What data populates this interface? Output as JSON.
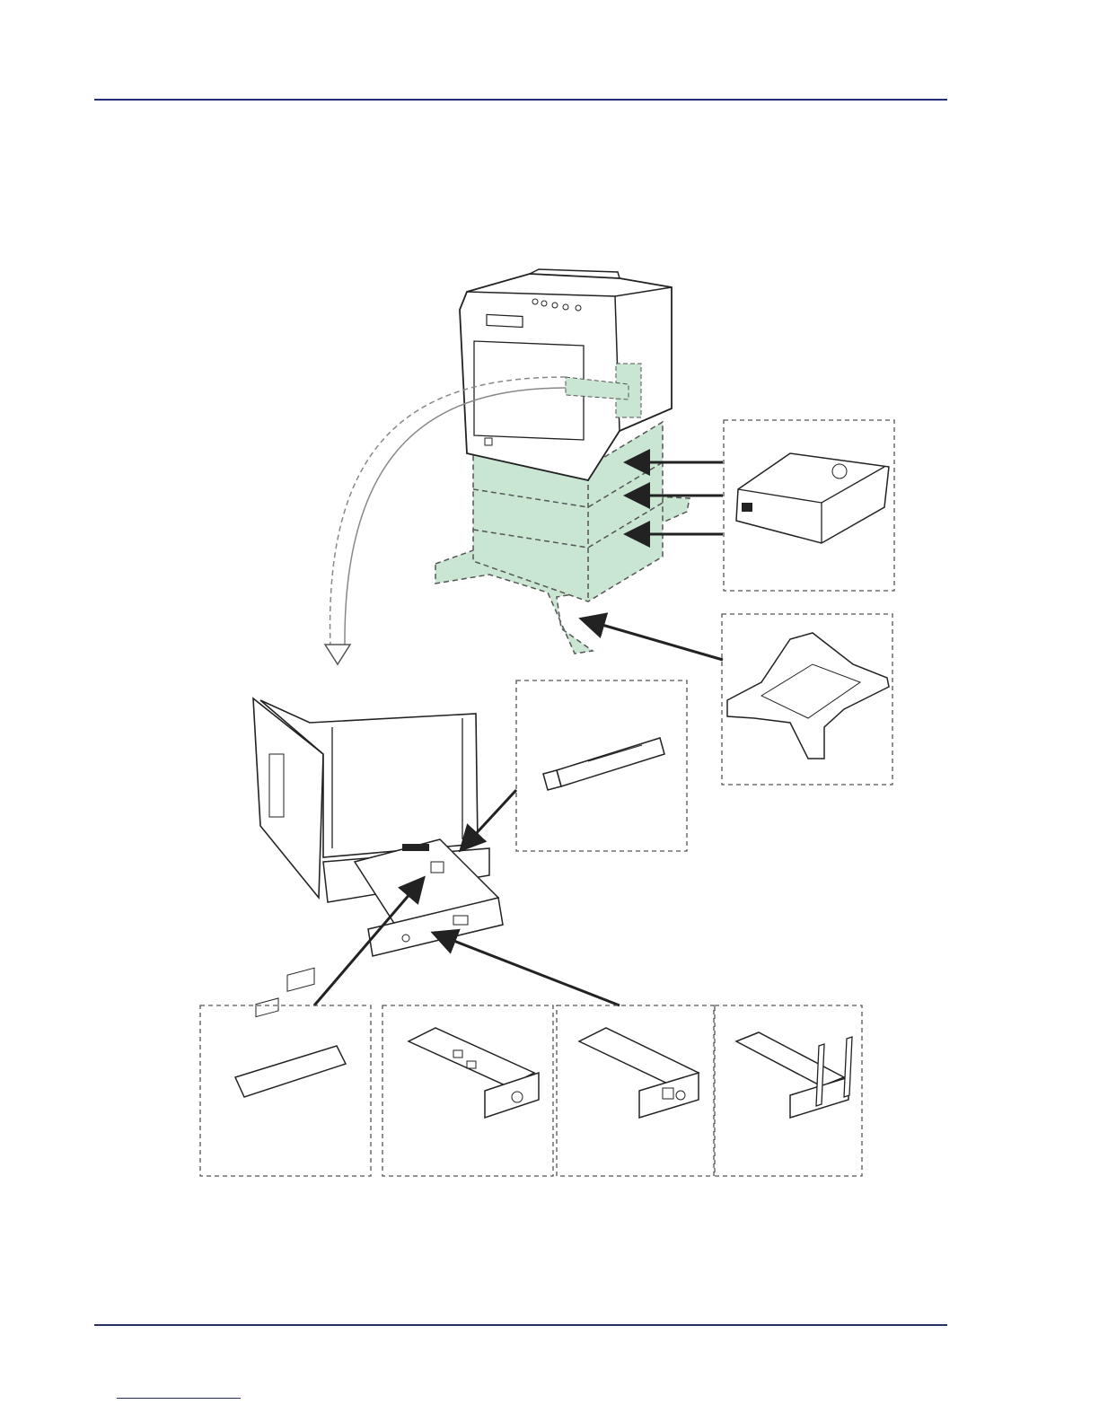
{
  "page": {
    "rule_color": "#1f2d8f",
    "accent_fill": "#c8e6d2",
    "line_color": "#222222"
  },
  "illustration": {
    "description_icon": "printer-options-diagram-icon",
    "components": [
      {
        "id": "printer",
        "icon": "printer-icon"
      },
      {
        "id": "paper-feeder",
        "icon": "paper-feeder-icon"
      },
      {
        "id": "printer-stand",
        "icon": "stand-base-icon"
      },
      {
        "id": "usb-memory",
        "icon": "usb-stick-icon"
      },
      {
        "id": "memory-module",
        "icon": "memory-module-icon"
      },
      {
        "id": "network-card",
        "icon": "network-card-icon"
      },
      {
        "id": "serial-card",
        "icon": "serial-card-icon"
      },
      {
        "id": "wireless-card",
        "icon": "wireless-card-icon"
      }
    ]
  }
}
